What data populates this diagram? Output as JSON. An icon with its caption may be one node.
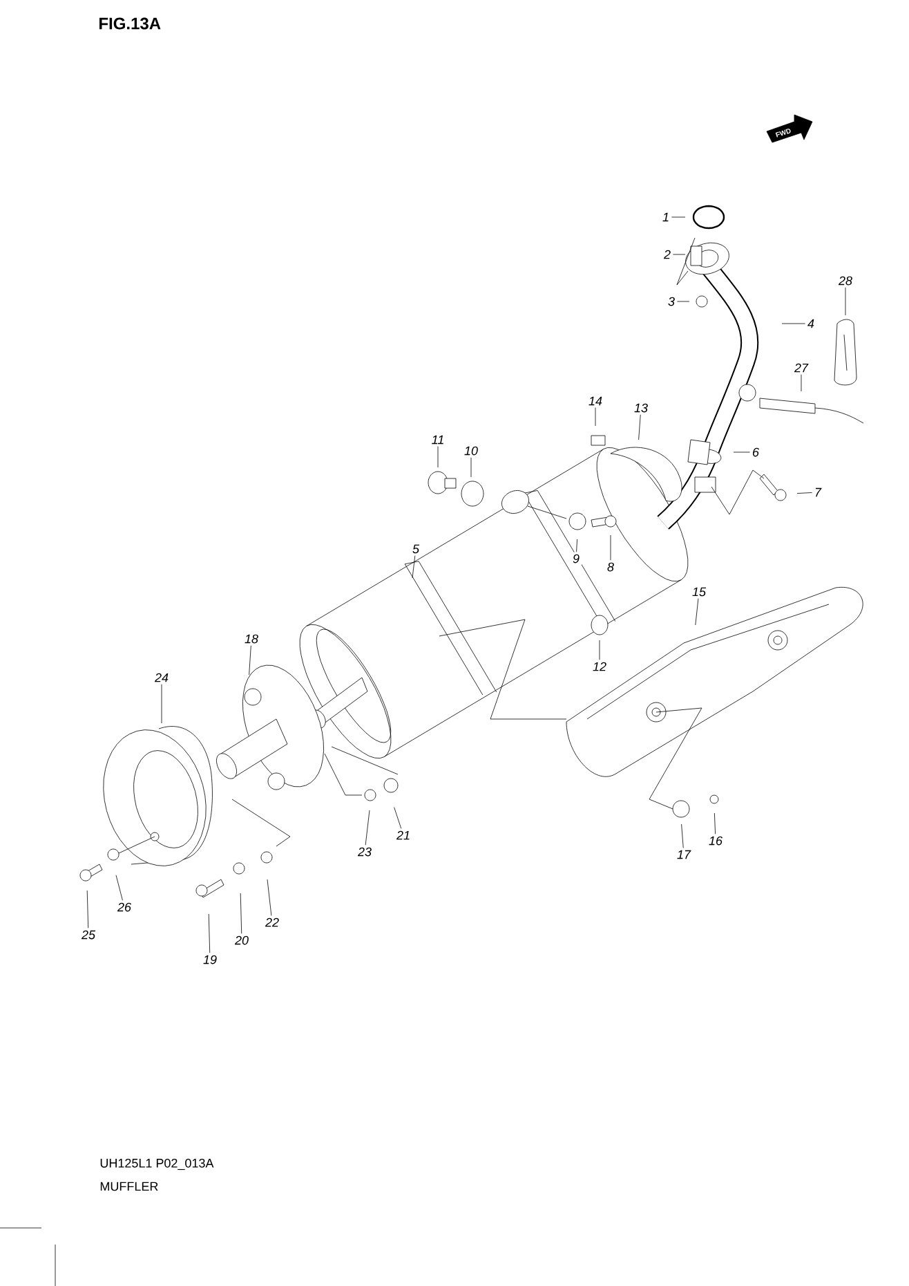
{
  "diagram": {
    "title": "FIG.13A",
    "nodes": [
      {
        "text": [
          "1"
        ]
      },
      {
        "text": [
          "2"
        ]
      },
      {
        "text": [
          "3"
        ]
      },
      {
        "text": [
          "4"
        ]
      },
      {
        "text": [
          "5"
        ]
      },
      {
        "text": [
          "6"
        ]
      },
      {
        "text": [
          "7"
        ]
      },
      {
        "text": [
          "8"
        ]
      },
      {
        "text": [
          "9"
        ]
      },
      {
        "text": [
          "10"
        ]
      },
      {
        "text": [
          "11"
        ]
      },
      {
        "text": [
          "12"
        ]
      },
      {
        "text": [
          "13"
        ]
      },
      {
        "text": [
          "14"
        ]
      },
      {
        "text": [
          "15"
        ]
      },
      {
        "text": [
          "16"
        ]
      },
      {
        "text": [
          "17"
        ]
      },
      {
        "text": [
          "18"
        ]
      },
      {
        "text": [
          "19"
        ]
      },
      {
        "text": [
          "20"
        ]
      },
      {
        "text": [
          "21"
        ]
      },
      {
        "text": [
          "22"
        ]
      },
      {
        "text": [
          "23"
        ]
      },
      {
        "text": [
          "24"
        ]
      },
      {
        "text": [
          "25"
        ]
      },
      {
        "text": [
          "26"
        ]
      },
      {
        "text": [
          "27"
        ]
      },
      {
        "text": [
          "28"
        ]
      }
    ],
    "edges": [
      {
        "from": 0,
        "to": null,
        "arrow": "none"
      },
      {
        "from": 1,
        "to": null,
        "arrow": "none"
      },
      {
        "from": 2,
        "to": null,
        "arrow": "none"
      },
      {
        "from": 3,
        "to": null,
        "arrow": "none"
      },
      {
        "from": 4,
        "to": null,
        "arrow": "none"
      },
      {
        "from": 5,
        "to": null,
        "arrow": "none"
      },
      {
        "from": 6,
        "to": null,
        "arrow": "none"
      },
      {
        "from": 7,
        "to": null,
        "arrow": "none"
      },
      {
        "from": 8,
        "to": null,
        "arrow": "none"
      },
      {
        "from": 9,
        "to": null,
        "arrow": "none"
      },
      {
        "from": 10,
        "to": null,
        "arrow": "none"
      },
      {
        "from": 11,
        "to": null,
        "arrow": "none"
      },
      {
        "from": 12,
        "to": null,
        "arrow": "none"
      },
      {
        "from": 13,
        "to": null,
        "arrow": "none"
      },
      {
        "from": 14,
        "to": null,
        "arrow": "none"
      },
      {
        "from": 15,
        "to": null,
        "arrow": "none"
      },
      {
        "from": 16,
        "to": null,
        "arrow": "none"
      },
      {
        "from": 17,
        "to": null,
        "arrow": "none"
      },
      {
        "from": 18,
        "to": null,
        "arrow": "none"
      },
      {
        "from": 19,
        "to": null,
        "arrow": "none"
      },
      {
        "from": 20,
        "to": null,
        "arrow": "none"
      },
      {
        "from": 21,
        "to": null,
        "arrow": "none"
      },
      {
        "from": 22,
        "to": null,
        "arrow": "none"
      },
      {
        "from": 23,
        "to": null,
        "arrow": "none"
      },
      {
        "from": 24,
        "to": null,
        "arrow": "none"
      },
      {
        "from": 25,
        "to": null,
        "arrow": "none"
      },
      {
        "from": 26,
        "to": null,
        "arrow": "none"
      },
      {
        "from": 27,
        "to": null,
        "arrow": "none"
      }
    ],
    "labels": [
      "FWD",
      "UH125L1 P02_013A",
      "MUFFLER"
    ]
  }
}
